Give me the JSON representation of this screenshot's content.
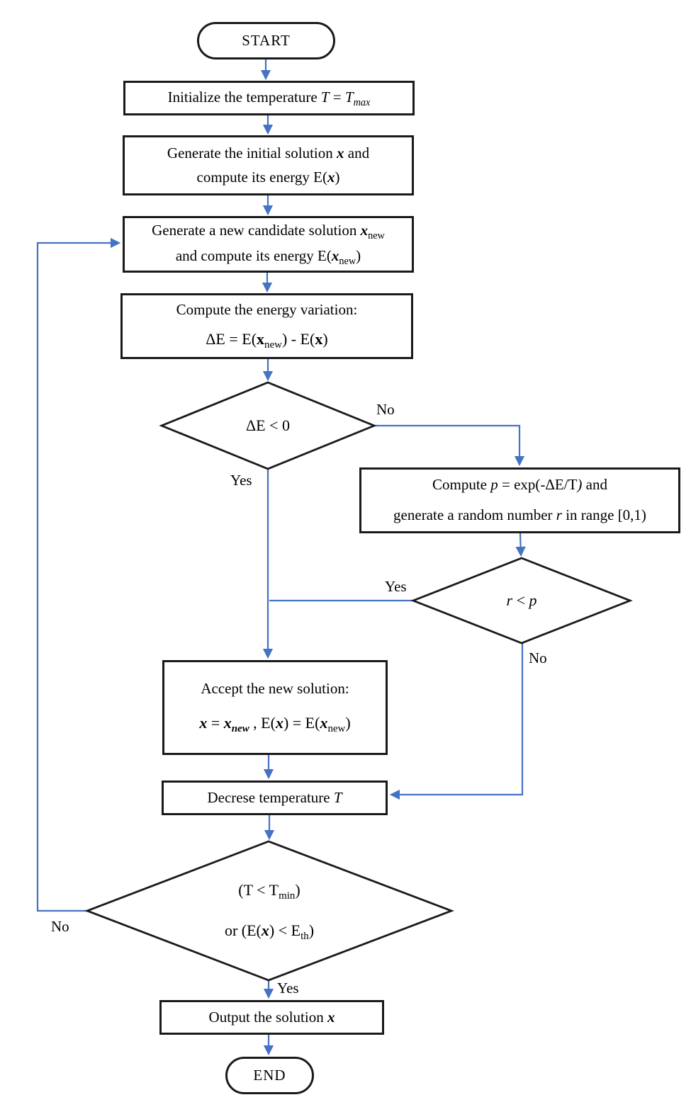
{
  "diagram": {
    "type": "flowchart",
    "colors": {
      "arrow": "#4472C4",
      "shape_border": "#1a1a1a",
      "background": "#ffffff",
      "text": "#000000"
    },
    "nodes": {
      "start": {
        "type": "terminator",
        "lines": [
          [
            {
              "t": "START"
            }
          ]
        ]
      },
      "init": {
        "type": "process",
        "lines": [
          [
            {
              "t": "Initialize the temperature "
            },
            {
              "t": "T",
              "s": "i"
            },
            {
              "t": " = "
            },
            {
              "t": "T",
              "s": "i"
            },
            {
              "t": "max",
              "s": "isub"
            }
          ]
        ]
      },
      "gen_initial": {
        "type": "process",
        "lines": [
          [
            {
              "t": "Generate the initial solution "
            },
            {
              "t": "x",
              "s": "bi"
            },
            {
              "t": " and"
            }
          ],
          [
            {
              "t": "compute its energy E("
            },
            {
              "t": "x",
              "s": "bi"
            },
            {
              "t": ")"
            }
          ]
        ]
      },
      "gen_candidate": {
        "type": "process",
        "lines": [
          [
            {
              "t": "Generate a new candidate solution "
            },
            {
              "t": "x",
              "s": "bi"
            },
            {
              "t": "new",
              "s": "sub"
            }
          ],
          [
            {
              "t": "and compute its energy E("
            },
            {
              "t": "x",
              "s": "bi"
            },
            {
              "t": "new",
              "s": "sub"
            },
            {
              "t": ")"
            }
          ]
        ]
      },
      "energy_variation": {
        "type": "process",
        "lines": [
          [
            {
              "t": "Compute the energy variation:"
            }
          ],
          [
            {
              "t": "ΔE = E("
            },
            {
              "t": "x",
              "s": "b"
            },
            {
              "t": "new",
              "s": "sub"
            },
            {
              "t": ") - E("
            },
            {
              "t": "x",
              "s": "b"
            },
            {
              "t": ")"
            }
          ]
        ]
      },
      "delta_e_check": {
        "type": "decision",
        "lines": [
          [
            {
              "t": "ΔE < 0"
            }
          ]
        ]
      },
      "compute_p": {
        "type": "process",
        "lines": [
          [
            {
              "t": "Compute "
            },
            {
              "t": "p",
              "s": "i"
            },
            {
              "t": " = exp(-ΔE/T"
            },
            {
              "t": ")",
              "s": "i"
            },
            {
              "t": " and"
            }
          ],
          [
            {
              "t": "generate a random number "
            },
            {
              "t": "r",
              "s": "i"
            },
            {
              "t": " in range [0,1)"
            }
          ]
        ]
      },
      "r_p_check": {
        "type": "decision",
        "lines": [
          [
            {
              "t": "r",
              "s": "i"
            },
            {
              "t": " < "
            },
            {
              "t": "p",
              "s": "i"
            }
          ]
        ]
      },
      "accept": {
        "type": "process",
        "lines": [
          [
            {
              "t": "Accept the new solution:"
            }
          ],
          [
            {
              "t": "x",
              "s": "bi"
            },
            {
              "t": " = "
            },
            {
              "t": "x",
              "s": "bi"
            },
            {
              "t": "new",
              "s": "bisub"
            },
            {
              "t": " ,   E("
            },
            {
              "t": "x",
              "s": "bi"
            },
            {
              "t": ") = E("
            },
            {
              "t": "x",
              "s": "bi"
            },
            {
              "t": "new",
              "s": "sub"
            },
            {
              "t": ")"
            }
          ]
        ]
      },
      "decrease_t": {
        "type": "process",
        "lines": [
          [
            {
              "t": "Decrese temperature "
            },
            {
              "t": "T",
              "s": "i"
            }
          ]
        ]
      },
      "termination_check": {
        "type": "decision",
        "lines": [
          [
            {
              "t": "(T < T"
            },
            {
              "t": "min",
              "s": "sub"
            },
            {
              "t": ")"
            }
          ],
          [
            {
              "t": "or (E("
            },
            {
              "t": "x",
              "s": "bi"
            },
            {
              "t": ") < E"
            },
            {
              "t": "th",
              "s": "sub"
            },
            {
              "t": ")"
            }
          ]
        ]
      },
      "output": {
        "type": "process",
        "lines": [
          [
            {
              "t": "Output the solution "
            },
            {
              "t": "x",
              "s": "bi"
            }
          ]
        ]
      },
      "end": {
        "type": "terminator",
        "lines": [
          [
            {
              "t": "END"
            }
          ]
        ]
      }
    },
    "edge_labels": {
      "delta_e_no": "No",
      "delta_e_yes": "Yes",
      "r_p_yes": "Yes",
      "r_p_no": "No",
      "termination_no": "No",
      "termination_yes": "Yes"
    }
  }
}
